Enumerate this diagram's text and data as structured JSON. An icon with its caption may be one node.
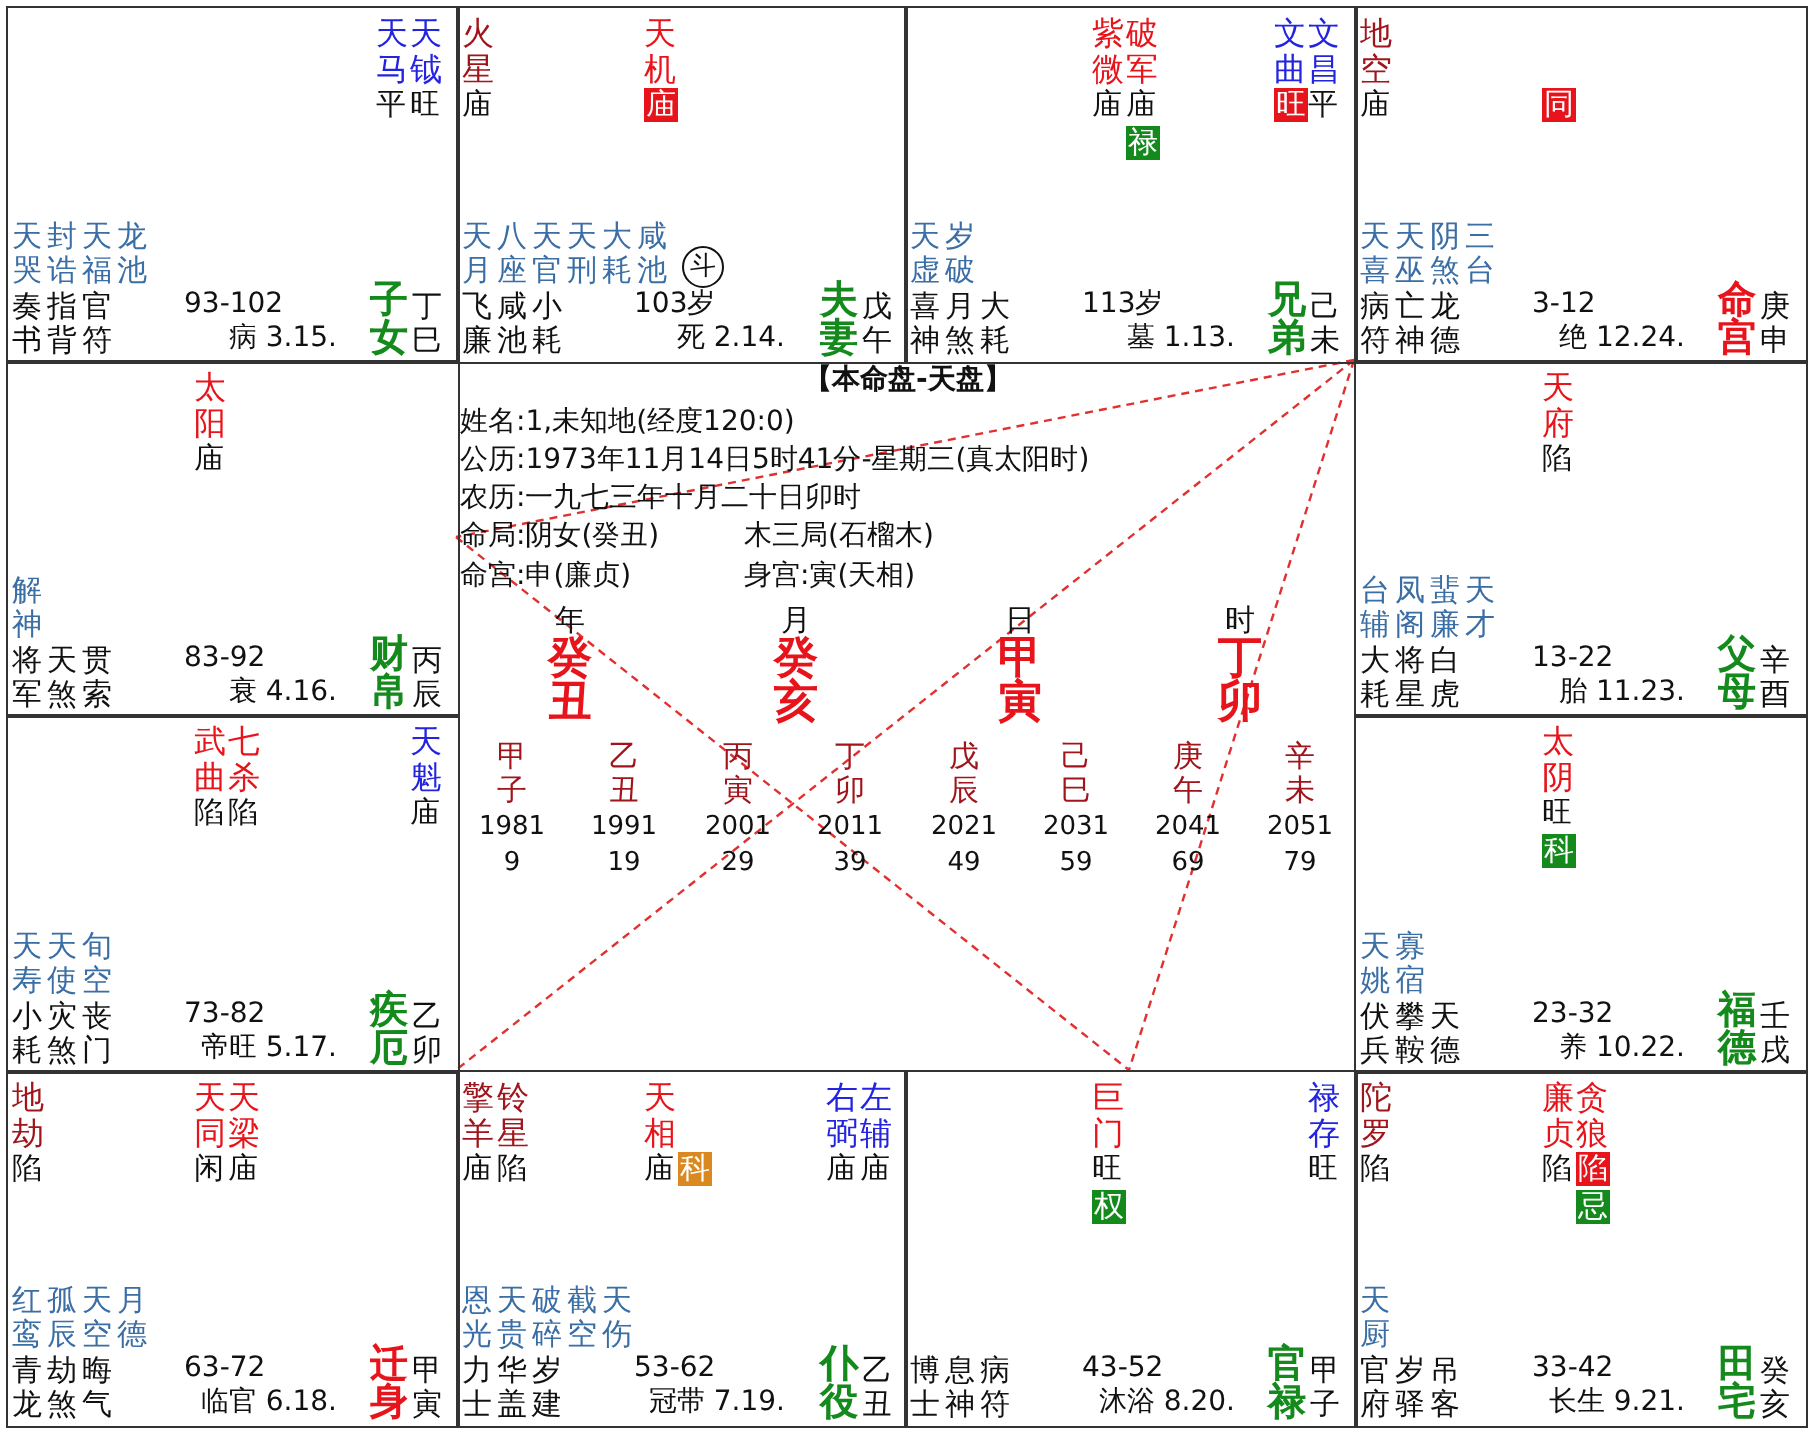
{
  "diagram": {
    "nodes": [
      {
        "text": [
          "天马",
          "天钺",
          "平",
          "旺",
          "天哭",
          "封诰",
          "天福",
          "龙池",
          "奏书",
          "指背",
          "官符",
          "93-102",
          "病 3.15.",
          "子女",
          "丁巳"
        ]
      },
      {
        "text": [
          "火星",
          "天机",
          "庙",
          "庙",
          "天月",
          "八座",
          "天官",
          "天刑",
          "大耗",
          "咸池",
          "斗",
          "飞廉",
          "咸池",
          "小耗",
          "103岁",
          "死 2.14.",
          "夫妻",
          "戊午"
        ]
      },
      {
        "text": [
          "紫微",
          "破军",
          "文曲",
          "文昌",
          "庙",
          "庙",
          "旺",
          "平",
          "禄",
          "天虚",
          "岁破",
          "喜神",
          "月煞",
          "大耗",
          "113岁",
          "墓 1.13.",
          "兄弟",
          "己未"
        ]
      },
      {
        "text": [
          "地空",
          "庙",
          "同",
          "天喜",
          "天巫",
          "阴煞",
          "三台",
          "病符",
          "亡神",
          "龙德",
          "3-12",
          "绝 12.24.",
          "命宫",
          "庚申"
        ]
      },
      {
        "text": [
          "太阳",
          "庙",
          "解神",
          "将军",
          "天煞",
          "贯索",
          "83-92",
          "衰 4.16.",
          "财帛",
          "丙辰"
        ]
      },
      {
        "text": [
          "天府",
          "陷",
          "台辅",
          "凤阁",
          "蜚廉",
          "天才",
          "大耗",
          "将星",
          "白虎",
          "13-22",
          "胎 11.23.",
          "父母",
          "辛酉"
        ]
      },
      {
        "text": [
          "武曲",
          "七杀",
          "天魁",
          "陷",
          "陷",
          "庙",
          "天寿",
          "天使",
          "旬空",
          "小耗",
          "灾煞",
          "丧门",
          "73-82",
          "帝旺 5.17.",
          "疾厄",
          "乙卯"
        ]
      },
      {
        "text": [
          "太阴",
          "旺",
          "科",
          "天姚",
          "寡宿",
          "伏兵",
          "攀鞍",
          "天德",
          "23-32",
          "养 10.22.",
          "福德",
          "壬戌"
        ]
      },
      {
        "text": [
          "地劫",
          "天同",
          "天梁",
          "陷",
          "闲",
          "庙",
          "红鸾",
          "孤辰",
          "天空",
          "月德",
          "青龙",
          "劫煞",
          "晦气",
          "63-72",
          "临官 6.18.",
          "迁身",
          "甲寅"
        ]
      },
      {
        "text": [
          "擎羊",
          "铃星",
          "天相",
          "右弼",
          "左辅",
          "庙",
          "陷",
          "庙",
          "科",
          "庙",
          "庙",
          "恩光",
          "天贵",
          "破碎",
          "截空",
          "天伤",
          "力士",
          "华盖",
          "岁建",
          "53-62",
          "冠带 7.19.",
          "仆役",
          "乙丑"
        ]
      },
      {
        "text": [
          "巨门",
          "禄存",
          "旺",
          "旺",
          "权",
          "博士",
          "息神",
          "病符",
          "43-52",
          "沐浴 8.20.",
          "官禄",
          "甲子"
        ]
      },
      {
        "text": [
          "陀罗",
          "廉贞",
          "贪狼",
          "陷",
          "陷",
          "陷",
          "忌",
          "天厨",
          "官府",
          "岁驿",
          "吊客",
          "33-42",
          "长生 9.21.",
          "田宅",
          "癸亥"
        ]
      }
    ],
    "edges": [
      {
        "from": 3,
        "to": 4,
        "arrow": "none",
        "style": "dashed"
      },
      {
        "from": 3,
        "to": 8,
        "arrow": "none",
        "style": "dashed"
      },
      {
        "from": 3,
        "to": 10,
        "arrow": "none",
        "style": "dashed"
      },
      {
        "from": 4,
        "to": 10,
        "arrow": "none",
        "style": "dashed"
      }
    ],
    "labels": [
      "【本命盘-天盘】",
      "姓名:1,未知地(经度120:0)",
      "公历:1973年11月14日5时41分-星期三(真太阳时)",
      "农历:一九七三年十月二十日卯时",
      "命局:阴女(癸丑)",
      "木三局(石榴木)",
      "命宫:申(廉贞)",
      "身宫:寅(天相)",
      "年",
      "癸丑",
      "月",
      "癸亥",
      "日",
      "甲寅",
      "时",
      "丁卯",
      "甲子",
      "1981",
      "9",
      "乙丑",
      "1991",
      "19",
      "丙寅",
      "2001",
      "29",
      "丁卯",
      "2011",
      "39",
      "戊辰",
      "2021",
      "49",
      "己巳",
      "2031",
      "59",
      "庚午",
      "2041",
      "69",
      "辛未",
      "2051",
      "79"
    ]
  }
}
